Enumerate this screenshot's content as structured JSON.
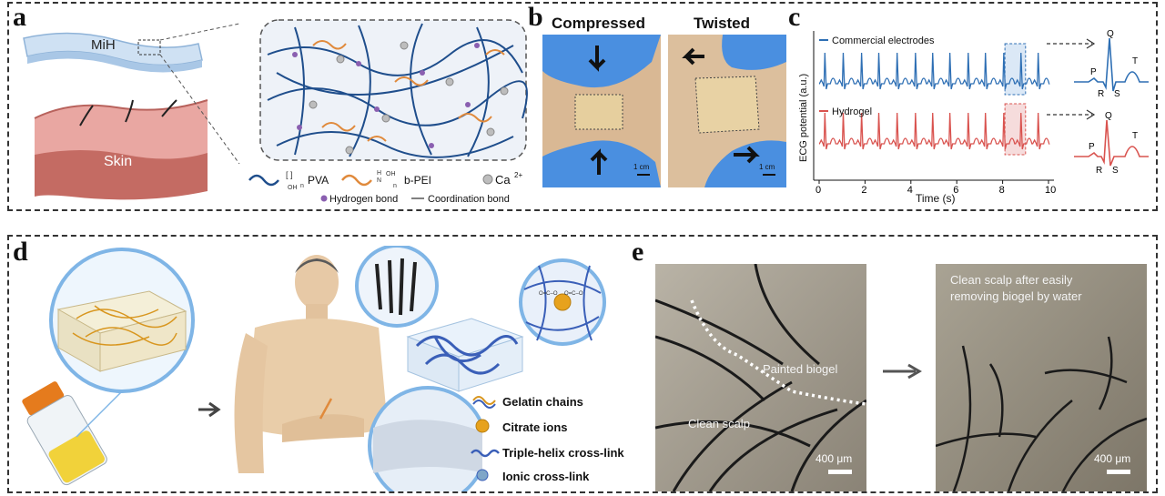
{
  "panels": {
    "a": {
      "label": "a",
      "mih_label": "MiH",
      "skin_label": "Skin",
      "legend": {
        "pva": "PVA",
        "bpei": "b-PEI",
        "ca": "Ca",
        "ca_sup": "2+",
        "hbond": "Hydrogen bond",
        "coord": "Coordination bond",
        "pva_sub_oh": "OH",
        "pva_sub_n": "n",
        "bpei_sub_h": "H",
        "bpei_sub_n": "N",
        "bpei_sub_oh": "OH",
        "bpei_sub_nn": "n"
      }
    },
    "b": {
      "label": "b",
      "photo1_title": "Compressed",
      "photo2_title": "Twisted",
      "scale1": "1 cm",
      "scale2": "1 cm"
    },
    "c": {
      "label": "c",
      "chart_data": {
        "type": "line",
        "xlabel": "Time (s)",
        "ylabel": "ECG potential (a.u.)",
        "xlim": [
          0,
          10
        ],
        "x_ticks": [
          "0",
          "2",
          "4",
          "6",
          "8",
          "10"
        ],
        "series": [
          {
            "name": "Commercial electrodes",
            "color": "#2e6fb4",
            "beat_times": [
              0.25,
              1.05,
              1.85,
              2.6,
              3.4,
              4.2,
              4.95,
              5.7,
              6.5,
              7.25,
              8.05,
              8.8,
              9.55
            ]
          },
          {
            "name": "Hydrogel",
            "color": "#d9534f",
            "beat_times": [
              0.25,
              1.05,
              1.85,
              2.6,
              3.4,
              4.2,
              4.95,
              5.7,
              6.5,
              7.25,
              8.05,
              8.8,
              9.55
            ]
          }
        ],
        "highlight_range": [
          8.1,
          9.0
        ],
        "inset_labels": {
          "p": "P",
          "q": "Q",
          "r": "R",
          "s": "S",
          "t": "T"
        }
      }
    },
    "d": {
      "label": "d",
      "legend": {
        "gelatin": "Gelatin chains",
        "citrate": "Citrate ions",
        "triple": "Triple-helix cross-link",
        "ionic": "Ionic cross-link"
      },
      "bond_label": "O=C–O"
    },
    "e": {
      "label": "e",
      "photo1_painted": "Painted biogel",
      "photo1_clean": "Clean scalp",
      "photo1_scale": "400 μm",
      "photo2_text": "Clean scalp after easily removing biogel by water",
      "photo2_scale": "400 μm"
    }
  },
  "colors": {
    "pva": "#1f4e8c",
    "bpei": "#e08a3c",
    "hbond": "#8a5fb0",
    "ca": "#bdbdbd",
    "commercial": "#2e6fb4",
    "hydrogel": "#d9534f",
    "glove": "#3b7dd8",
    "skin_tone": "#d6b08c",
    "helix": "#3a5fb8",
    "gelatin": "#d8961f",
    "citrate": "#e7a21d"
  }
}
